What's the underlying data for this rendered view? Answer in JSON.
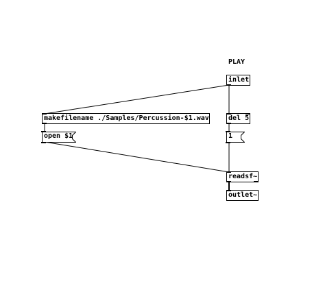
{
  "patch": {
    "comment_play": "PLAY",
    "objects": {
      "inlet": "inlet",
      "makefilename": "makefilename ./Samples/Percussion-$1.wav",
      "del": "del 5",
      "readsf": "readsf~",
      "outlet": "outlet~"
    },
    "messages": {
      "open": "open $1",
      "one": "1"
    }
  },
  "colors": {
    "background": "#ffffff",
    "foreground": "#000000"
  }
}
